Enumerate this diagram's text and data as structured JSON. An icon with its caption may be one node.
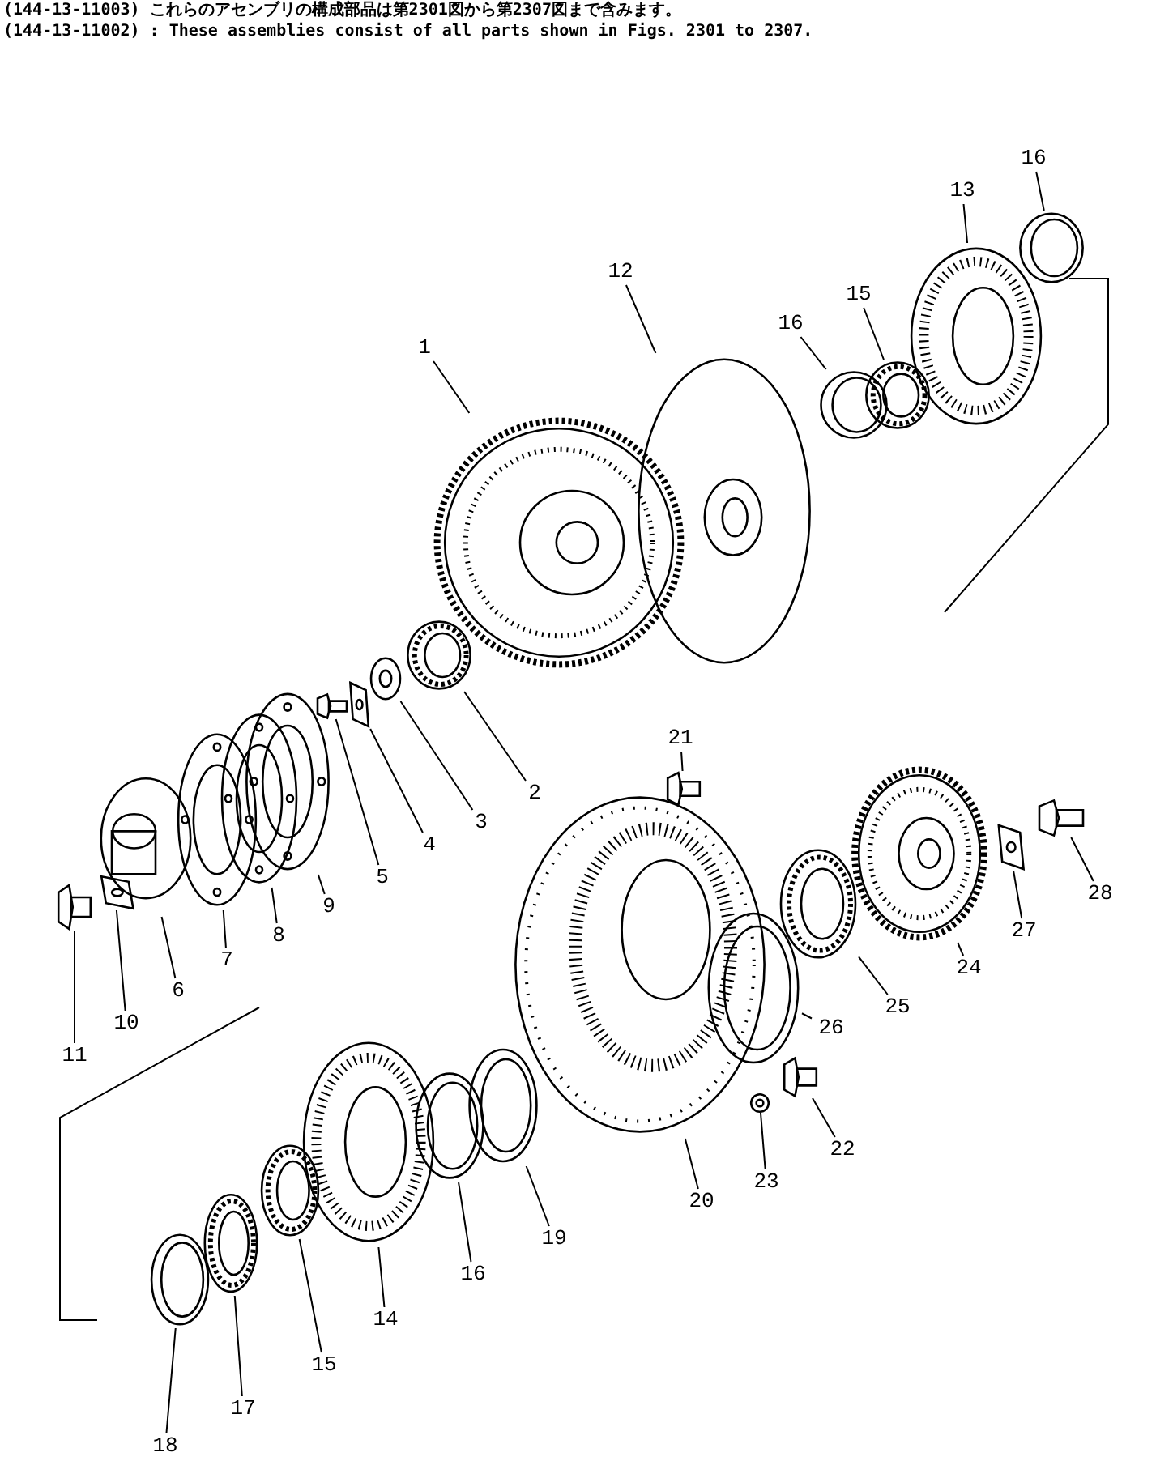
{
  "diagram": {
    "nodes": [
      {
        "text": [
          "1"
        ]
      },
      {
        "text": [
          "12"
        ]
      },
      {
        "text": [
          "16"
        ]
      },
      {
        "text": [
          "15"
        ]
      },
      {
        "text": [
          "13"
        ]
      },
      {
        "text": [
          "16"
        ]
      },
      {
        "text": [
          "2"
        ]
      },
      {
        "text": [
          "3"
        ]
      },
      {
        "text": [
          "4"
        ]
      },
      {
        "text": [
          "5"
        ]
      },
      {
        "text": [
          "9"
        ]
      },
      {
        "text": [
          "8"
        ]
      },
      {
        "text": [
          "7"
        ]
      },
      {
        "text": [
          "6"
        ]
      },
      {
        "text": [
          "10"
        ]
      },
      {
        "text": [
          "11"
        ]
      },
      {
        "text": [
          "21"
        ]
      },
      {
        "text": [
          "28"
        ]
      },
      {
        "text": [
          "27"
        ]
      },
      {
        "text": [
          "24"
        ]
      },
      {
        "text": [
          "25"
        ]
      },
      {
        "text": [
          "26"
        ]
      },
      {
        "text": [
          "22"
        ]
      },
      {
        "text": [
          "23"
        ]
      },
      {
        "text": [
          "20"
        ]
      },
      {
        "text": [
          "19"
        ]
      },
      {
        "text": [
          "16"
        ]
      },
      {
        "text": [
          "14"
        ]
      },
      {
        "text": [
          "15"
        ]
      },
      {
        "text": [
          "17"
        ]
      },
      {
        "text": [
          "18"
        ]
      },
      {
        "text": [],
        "shape": "picture"
      },
      {
        "text": [],
        "shape": "picture"
      },
      {
        "text": [],
        "shape": "picture"
      },
      {
        "text": [],
        "shape": "picture"
      },
      {
        "text": [],
        "shape": "picture"
      },
      {
        "text": [],
        "shape": "picture"
      },
      {
        "text": [],
        "shape": "picture"
      },
      {
        "text": [],
        "shape": "picture"
      },
      {
        "text": [],
        "shape": "picture"
      },
      {
        "text": [],
        "shape": "picture"
      },
      {
        "text": [],
        "shape": "picture"
      },
      {
        "text": [],
        "shape": "picture"
      },
      {
        "text": [],
        "shape": "picture"
      },
      {
        "text": [],
        "shape": "picture"
      },
      {
        "text": [],
        "shape": "picture"
      },
      {
        "text": [],
        "shape": "picture"
      },
      {
        "text": [],
        "shape": "picture"
      },
      {
        "text": [],
        "shape": "picture"
      },
      {
        "text": [],
        "shape": "picture"
      },
      {
        "text": [],
        "shape": "picture"
      },
      {
        "text": [],
        "shape": "picture"
      },
      {
        "text": [],
        "shape": "picture"
      },
      {
        "text": [],
        "shape": "picture"
      },
      {
        "text": [],
        "shape": "picture"
      },
      {
        "text": [],
        "shape": "picture"
      },
      {
        "text": [],
        "shape": "picture"
      },
      {
        "text": [],
        "shape": "picture"
      },
      {
        "text": [],
        "shape": "picture"
      },
      {
        "text": [],
        "shape": "picture"
      },
      {
        "text": [],
        "shape": "picture"
      },
      {
        "text": [],
        "shape": "picture"
      }
    ],
    "edges": [
      {
        "from": 0,
        "to": 31,
        "arrow": "none"
      },
      {
        "from": 1,
        "to": 32,
        "arrow": "none"
      },
      {
        "from": 2,
        "to": 33,
        "arrow": "none"
      },
      {
        "from": 3,
        "to": 34,
        "arrow": "none"
      },
      {
        "from": 4,
        "to": 35,
        "arrow": "none"
      },
      {
        "from": 5,
        "to": 36,
        "arrow": "none"
      },
      {
        "from": 6,
        "to": 37,
        "arrow": "none"
      },
      {
        "from": 7,
        "to": 38,
        "arrow": "none"
      },
      {
        "from": 8,
        "to": 39,
        "arrow": "none"
      },
      {
        "from": 9,
        "to": 40,
        "arrow": "none"
      },
      {
        "from": 10,
        "to": 41,
        "arrow": "none"
      },
      {
        "from": 11,
        "to": 42,
        "arrow": "none"
      },
      {
        "from": 12,
        "to": 43,
        "arrow": "none"
      },
      {
        "from": 13,
        "to": 44,
        "arrow": "none"
      },
      {
        "from": 14,
        "to": 45,
        "arrow": "none"
      },
      {
        "from": 15,
        "to": 46,
        "arrow": "none"
      },
      {
        "from": 16,
        "to": 47,
        "arrow": "none"
      },
      {
        "from": 17,
        "to": 48,
        "arrow": "none"
      },
      {
        "from": 18,
        "to": 49,
        "arrow": "none"
      },
      {
        "from": 19,
        "to": 50,
        "arrow": "none"
      },
      {
        "from": 20,
        "to": 51,
        "arrow": "none"
      },
      {
        "from": 21,
        "to": 52,
        "arrow": "none"
      },
      {
        "from": 22,
        "to": 53,
        "arrow": "none"
      },
      {
        "from": 23,
        "to": 54,
        "arrow": "none"
      },
      {
        "from": 24,
        "to": 55,
        "arrow": "none"
      },
      {
        "from": 25,
        "to": 56,
        "arrow": "none"
      },
      {
        "from": 26,
        "to": 57,
        "arrow": "none"
      },
      {
        "from": 27,
        "to": 58,
        "arrow": "none"
      },
      {
        "from": 28,
        "to": 59,
        "arrow": "none"
      },
      {
        "from": 29,
        "to": 60,
        "arrow": "none"
      },
      {
        "from": 30,
        "to": 61,
        "arrow": "none"
      }
    ],
    "labels": [
      "(144-13-11003) これらのアセンブリの構成部品は第2301図から第2307図まで含みます。",
      "(144-13-11002) : These assemblies consist of all parts shown in Figs. 2301 to 2307."
    ]
  }
}
